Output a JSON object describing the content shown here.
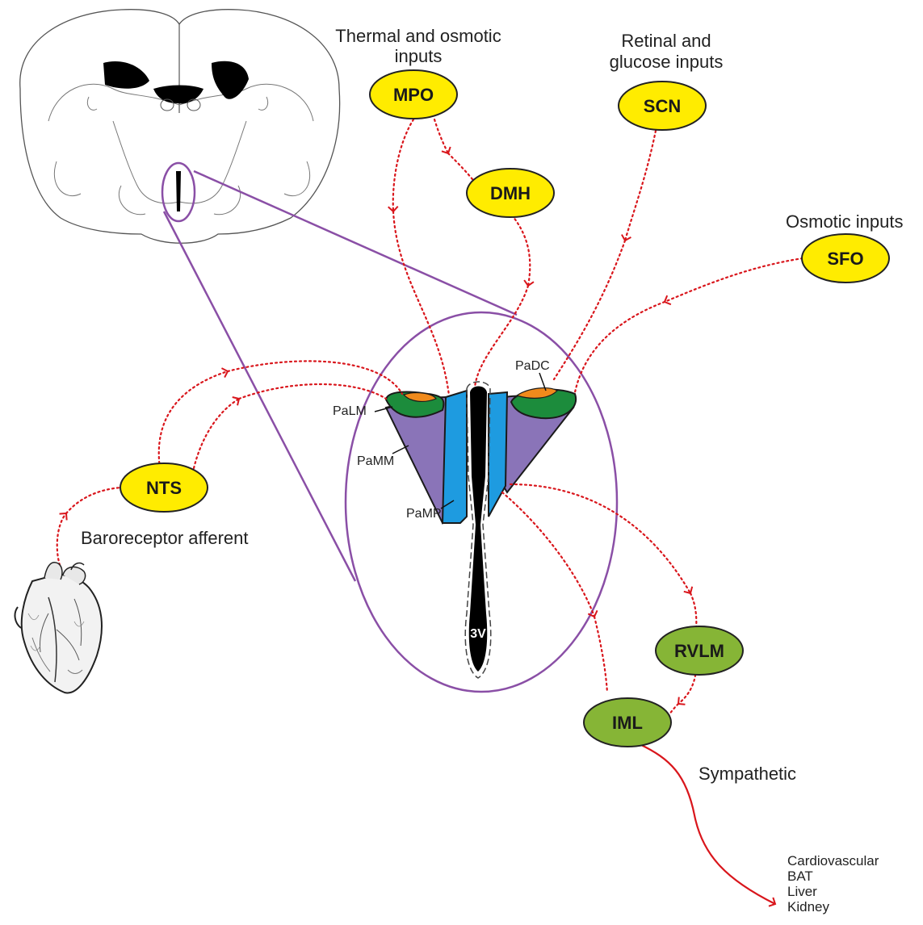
{
  "nodes": {
    "mpo": {
      "label": "MPO",
      "fill": "#ffec00"
    },
    "dmh": {
      "label": "DMH",
      "fill": "#ffec00"
    },
    "scn": {
      "label": "SCN",
      "fill": "#ffec00"
    },
    "sfo": {
      "label": "SFO",
      "fill": "#ffec00"
    },
    "nts": {
      "label": "NTS",
      "fill": "#ffec00"
    },
    "rvlm": {
      "label": "RVLM",
      "fill": "#86b536"
    },
    "iml": {
      "label": "IML",
      "fill": "#86b536"
    }
  },
  "captions": {
    "thermal_line1": "Thermal and osmotic",
    "thermal_line2": "inputs",
    "retinal_line1": "Retinal and",
    "retinal_line2": "glucose inputs",
    "osmotic": "Osmotic inputs",
    "baroreceptor": "Baroreceptor afferent",
    "sympathetic": "Sympathetic"
  },
  "subregions": {
    "padc": "PaDC",
    "palm": "PaLM",
    "pamm": "PaMM",
    "pamp": "PaMP",
    "ventricle": "3V"
  },
  "targets": [
    "Cardiovascular",
    "BAT",
    "Liver",
    "Kidney"
  ],
  "colors": {
    "arrow": "#d9161c",
    "zoom_outline": "#8a4fa6",
    "pamm_purple": "#8a74b8",
    "pamp_blue": "#1e9be0",
    "palm_green": "#1c8c3c",
    "padc_orange": "#f08a1c",
    "ventricle": "#000000"
  }
}
